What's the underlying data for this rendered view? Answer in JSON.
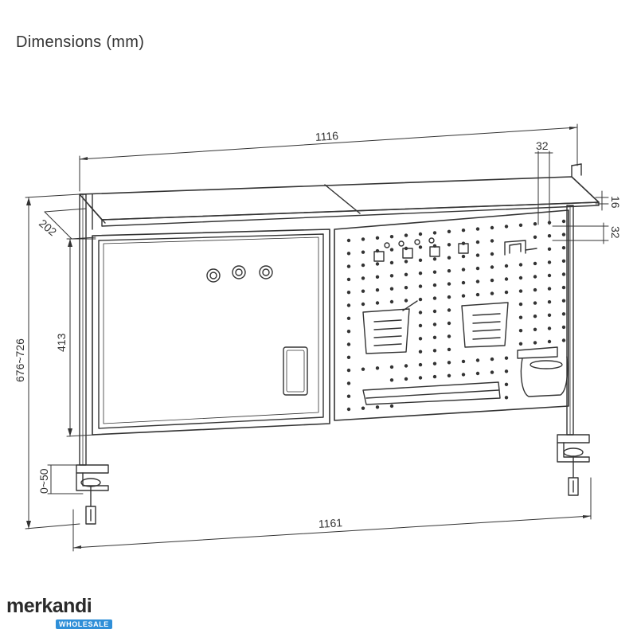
{
  "title": "Dimensions (mm)",
  "dimensions": {
    "top_width": "1116",
    "bottom_width": "1161",
    "shelf_depth": "202",
    "total_height": "676~726",
    "panel_height": "413",
    "clamp_range": "0~50",
    "hole_pitch_h": "32",
    "hole_pitch_v": "32",
    "hole_diameter": "16"
  },
  "logo": {
    "word": "merkandi",
    "tag": "WHOLESALE"
  },
  "colors": {
    "line": "#333333",
    "logo_blue": "#2f8fd8"
  }
}
